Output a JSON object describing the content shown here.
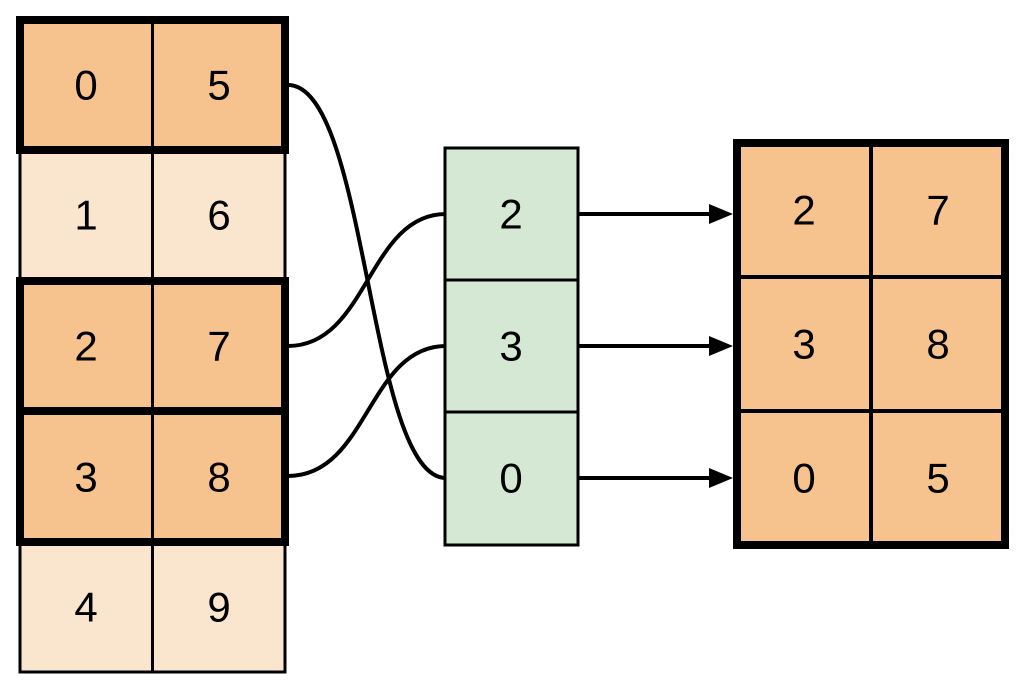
{
  "colors": {
    "highlight_fill": "#F6C28E",
    "plain_fill": "#FAE6CF",
    "index_fill": "#D5E8D4",
    "line": "#000000"
  },
  "left_table": {
    "rows": [
      {
        "cells": [
          "0",
          "5"
        ],
        "highlighted": true
      },
      {
        "cells": [
          "1",
          "6"
        ],
        "highlighted": false
      },
      {
        "cells": [
          "2",
          "7"
        ],
        "highlighted": true
      },
      {
        "cells": [
          "3",
          "8"
        ],
        "highlighted": true
      },
      {
        "cells": [
          "4",
          "9"
        ],
        "highlighted": false
      }
    ]
  },
  "index_column": {
    "cells": [
      "2",
      "3",
      "0"
    ]
  },
  "right_table": {
    "rows": [
      {
        "cells": [
          "2",
          "7"
        ]
      },
      {
        "cells": [
          "3",
          "8"
        ]
      },
      {
        "cells": [
          "0",
          "5"
        ]
      }
    ]
  },
  "connections": {
    "curves": [
      {
        "from_left_row_index": 0,
        "to_index_value": "0"
      },
      {
        "from_left_row_index": 2,
        "to_index_value": "2"
      },
      {
        "from_left_row_index": 3,
        "to_index_value": "3"
      }
    ],
    "arrows": [
      {
        "from_index_value": "2",
        "to_right_row": [
          "2",
          "7"
        ]
      },
      {
        "from_index_value": "3",
        "to_right_row": [
          "3",
          "8"
        ]
      },
      {
        "from_index_value": "0",
        "to_right_row": [
          "0",
          "5"
        ]
      }
    ]
  }
}
